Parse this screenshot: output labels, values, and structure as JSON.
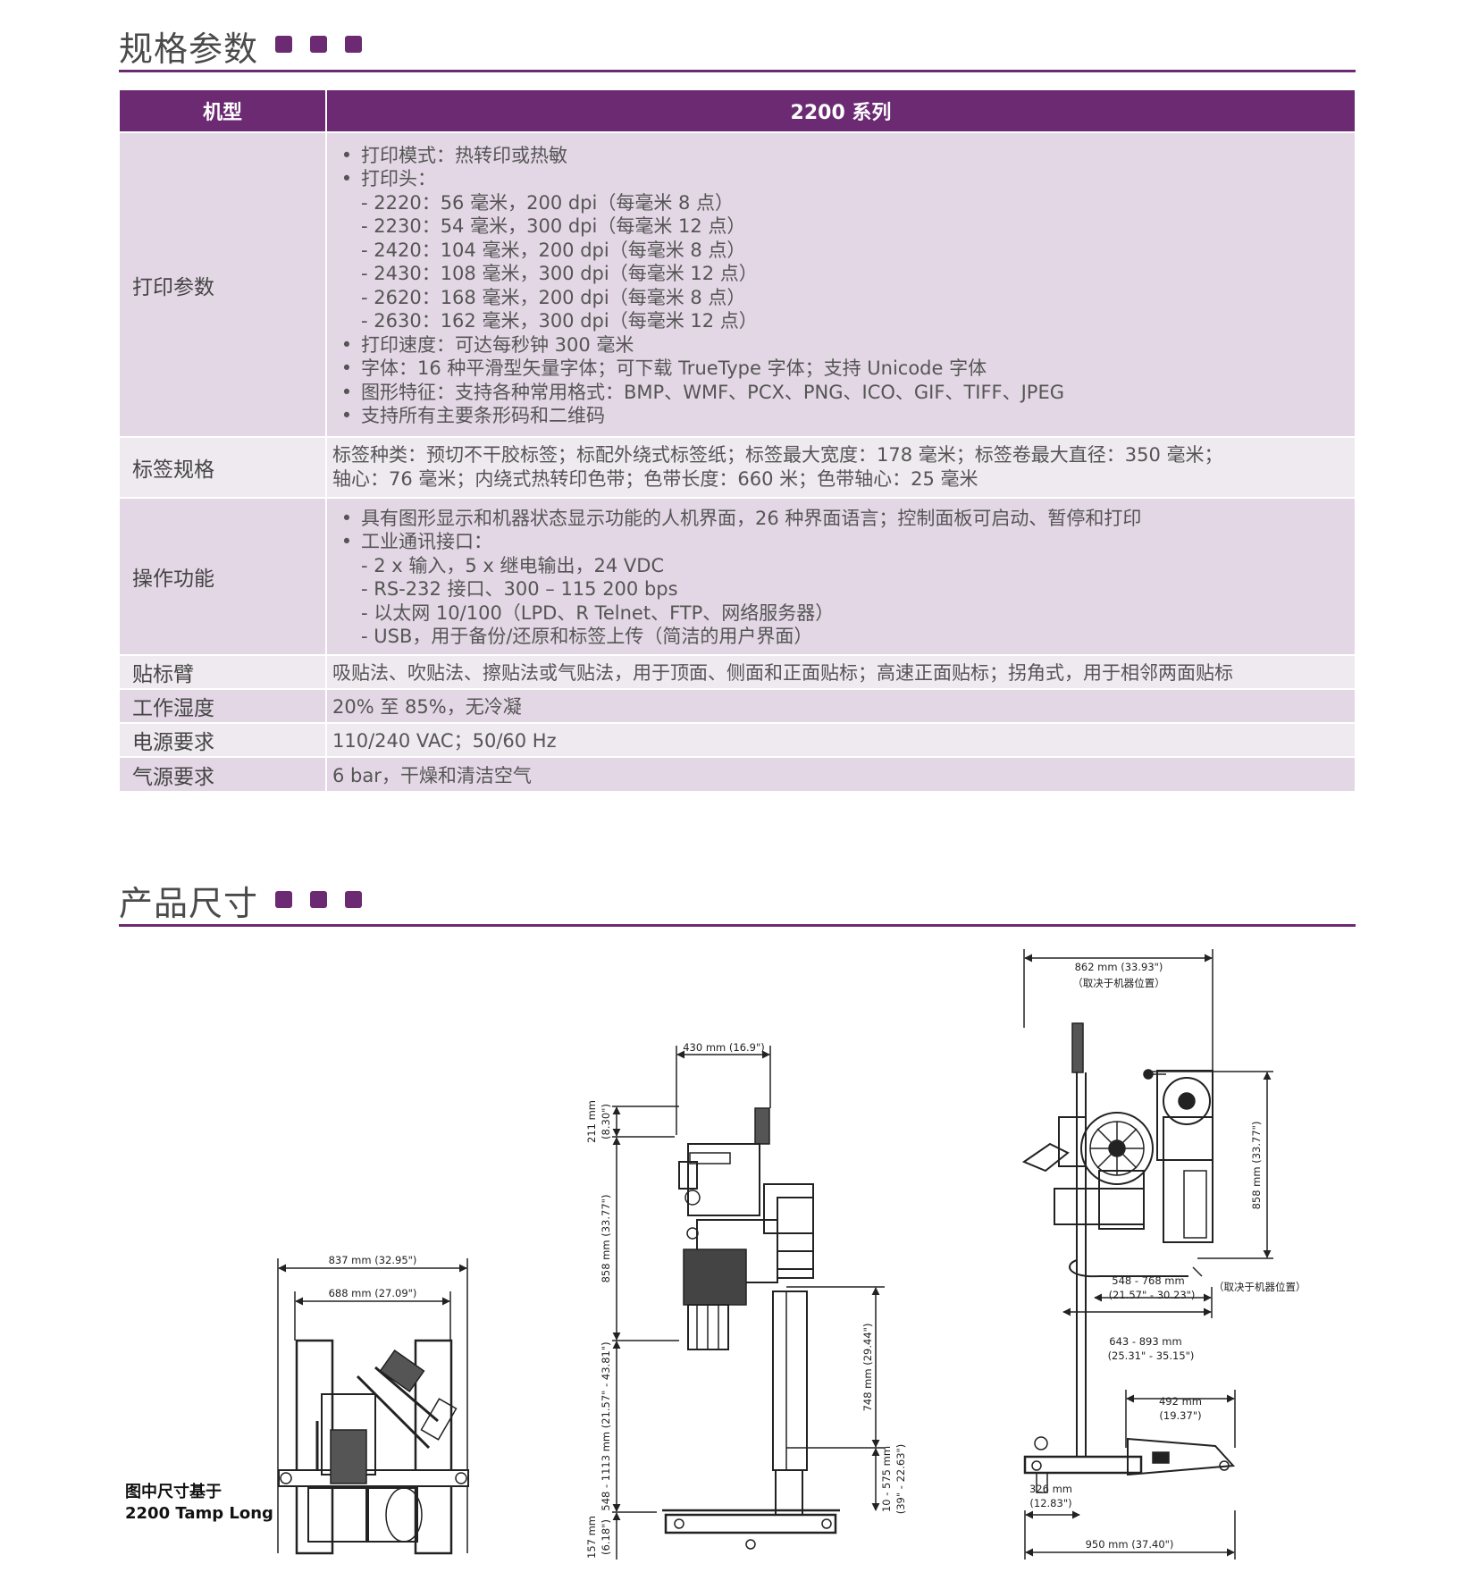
{
  "section1": {
    "title": "规格参数"
  },
  "section2": {
    "title": "产品尺寸"
  },
  "table": {
    "header": {
      "col1": "机型",
      "col2": "2200 系列"
    },
    "rows": {
      "print": {
        "label": "打印参数",
        "items": [
          {
            "t": "打印模式：热转印或热敏",
            "k": "bul"
          },
          {
            "t": "打印头：",
            "k": "bul"
          },
          {
            "t": "- 2220：56 毫米，200 dpi（每毫米 8 点）",
            "k": "sub"
          },
          {
            "t": "- 2230：54 毫米，300 dpi（每毫米 12 点）",
            "k": "sub"
          },
          {
            "t": "- 2420：104 毫米，200 dpi（每毫米 8 点）",
            "k": "sub"
          },
          {
            "t": "- 2430：108 毫米，300 dpi（每毫米 12 点）",
            "k": "sub"
          },
          {
            "t": "- 2620：168 毫米，200 dpi（每毫米 8 点）",
            "k": "sub"
          },
          {
            "t": "- 2630：162 毫米，300 dpi（每毫米 12 点）",
            "k": "sub"
          },
          {
            "t": "打印速度：可达每秒钟 300 毫米",
            "k": "bul"
          },
          {
            "t": "字体：16 种平滑型矢量字体；可下载 TrueType 字体；支持 Unicode 字体",
            "k": "bul"
          },
          {
            "t": "图形特征：支持各种常用格式：BMP、WMF、PCX、PNG、ICO、GIF、TIFF、JPEG",
            "k": "bul"
          },
          {
            "t": "支持所有主要条形码和二维码",
            "k": "bul"
          }
        ]
      },
      "label_spec": {
        "label": "标签规格",
        "line1": "标签种类：预切不干胶标签；标配外绕式标签纸；标签最大宽度：178 毫米；标签卷最大直径：350 毫米；",
        "line2": "轴心：76 毫米；内绕式热转印色带；色带长度：660 米；色带轴心：25 毫米"
      },
      "operation": {
        "label": "操作功能",
        "items": [
          {
            "t": "具有图形显示和机器状态显示功能的人机界面，26 种界面语言；控制面板可启动、暂停和打印",
            "k": "bul"
          },
          {
            "t": "工业通讯接口：",
            "k": "bul"
          },
          {
            "t": "- 2 x 输入，5 x 继电输出，24 VDC",
            "k": "sub"
          },
          {
            "t": "- RS-232 接口、300 – 115 200 bps",
            "k": "sub"
          },
          {
            "t": "- 以太网 10/100（LPD、R Telnet、FTP、网络服务器）",
            "k": "sub"
          },
          {
            "t": "- USB，用于备份/还原和标签上传（简洁的用户界面）",
            "k": "sub"
          }
        ]
      },
      "arm": {
        "label": "贴标臂",
        "value": "吸贴法、吹贴法、擦贴法或气贴法，用于顶面、侧面和正面贴标；高速正面贴标；拐角式，用于相邻两面贴标"
      },
      "humidity": {
        "label": "工作湿度",
        "value": "20% 至 85%，无冷凝"
      },
      "power": {
        "label": "电源要求",
        "value": "110/240 VAC；50/60 Hz"
      },
      "air": {
        "label": "气源要求",
        "value": "6 bar，干燥和清洁空气"
      }
    }
  },
  "note": {
    "line1": "图中尺寸基于",
    "line2": "2200 Tamp Long"
  },
  "dims": {
    "left_w1": "837 mm (32.95\")",
    "left_w2": "688 mm (27.09\")",
    "mid_w": "430 mm (16.9\")",
    "mid_h1a": "211 mm",
    "mid_h1b": "(8.30\")",
    "mid_h2": "858 mm (33.77\")",
    "mid_h3": "548 - 1113 mm (21.57\" - 43.81\")",
    "mid_h4a": "157 mm",
    "mid_h4b": "(6.18\")",
    "mid_r1": "748 mm (29.44\")",
    "mid_r2a": "10 - 575 mm",
    "mid_r2b": "(39\" - 22.63\")",
    "right_w1": "862 mm (33.93\")",
    "right_w1b": "（取决于机器位置）",
    "right_h1": "858 mm (33.77\")",
    "right_d1a": "548 - 768 mm",
    "right_d1b": "(21.57\" - 30.23\")",
    "right_note": "（取决于机器位置）",
    "right_d2a": "643 - 893 mm",
    "right_d2b": "(25.31\" - 35.15\")",
    "right_d3a": "492 mm",
    "right_d3b": "(19.37\")",
    "right_d4a": "326 mm",
    "right_d4b": "(12.83\")",
    "right_w2": "950 mm (37.40\")"
  }
}
